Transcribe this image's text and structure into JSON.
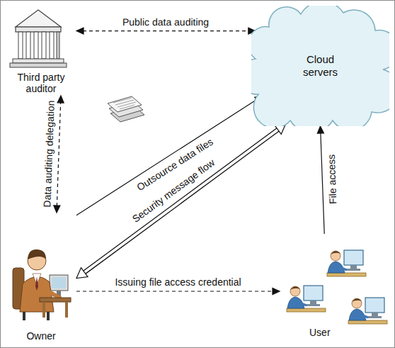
{
  "diagram": {
    "nodes": [
      {
        "text": [
          "Third party auditor"
        ]
      },
      {
        "text": [
          "Cloud servers"
        ]
      },
      {
        "text": [
          "Owner"
        ]
      },
      {
        "text": [
          "User"
        ]
      }
    ],
    "edges": [
      {
        "from": 0,
        "to": 1,
        "arrow": "both",
        "label": "Public data auditing"
      },
      {
        "from": 2,
        "to": 0,
        "arrow": "both",
        "label": "Data auditing delegation"
      },
      {
        "from": 2,
        "to": 1,
        "arrow": "to",
        "label": "Outsource data files"
      },
      {
        "from": 1,
        "to": 2,
        "arrow": "both",
        "label": "Security message flow"
      },
      {
        "from": 2,
        "to": 3,
        "arrow": "to",
        "label": "Issuing file access credential"
      },
      {
        "from": 3,
        "to": 1,
        "arrow": "to",
        "label": "File access"
      }
    ]
  }
}
